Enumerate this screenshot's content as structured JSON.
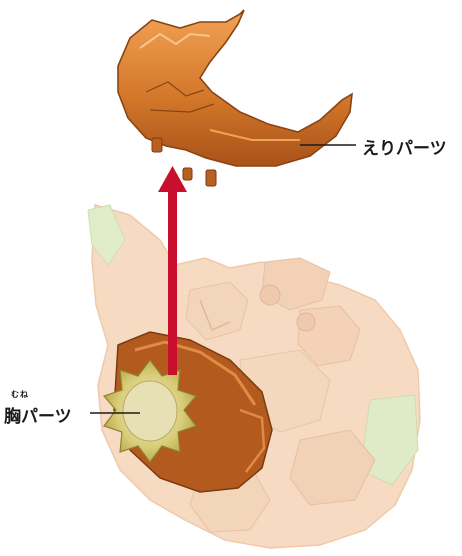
{
  "labels": {
    "collar_part": "えりパーツ",
    "chest_part": "胸パーツ",
    "chest_ruby": "むね"
  },
  "colors": {
    "collar_orange": "#d4782a",
    "faded_body": "#f0c7a0",
    "chest_brown": "#b35a1e",
    "chest_gold": "#d8cc78",
    "arrow_red": "#c8102e",
    "leader_line": "#1a1a1a"
  }
}
